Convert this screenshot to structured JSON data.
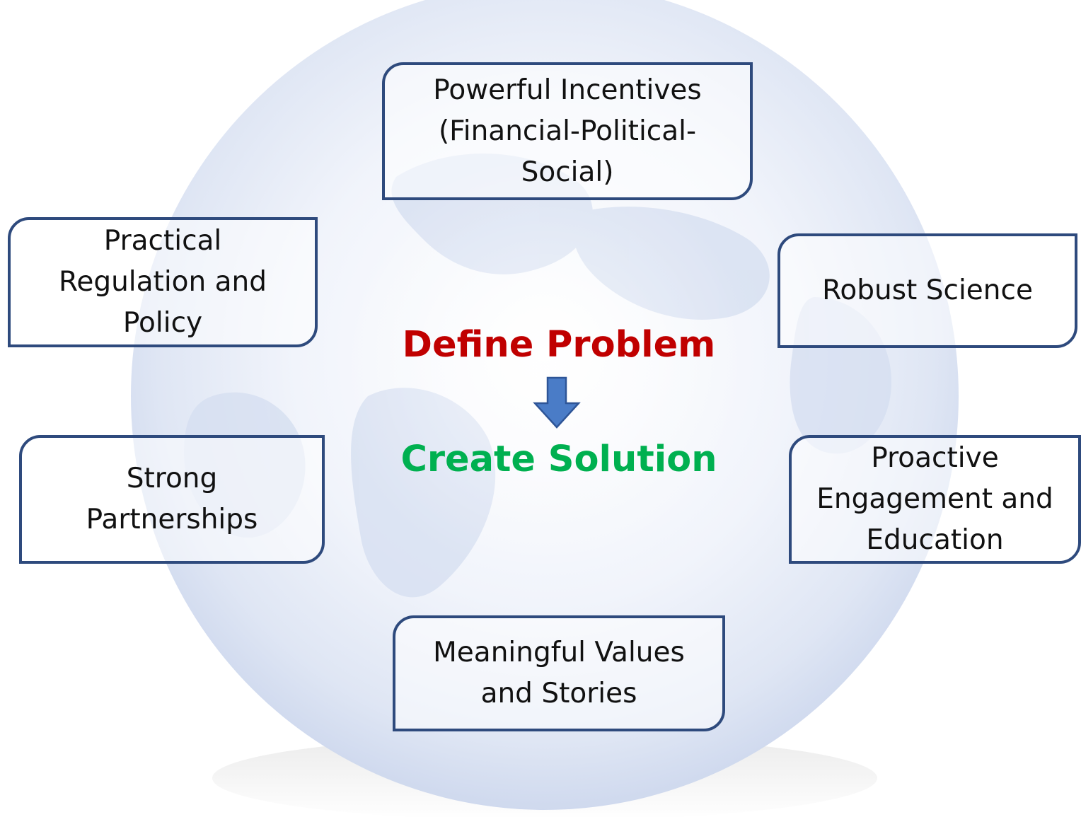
{
  "diagram": {
    "center": {
      "problem_label": "Define Problem",
      "solution_label": "Create Solution",
      "problem_color": "#c00000",
      "solution_color": "#00b050",
      "arrow_color": "#4a7cc7"
    },
    "boxes": {
      "top": {
        "label": "Powerful Incentives (Financial-Political-Social)"
      },
      "left_upper": {
        "label": "Practical Regulation and Policy"
      },
      "right_upper": {
        "label": "Robust Science"
      },
      "left_lower": {
        "label": "Strong Partnerships"
      },
      "right_lower": {
        "label": "Proactive Engagement and Education"
      },
      "bottom": {
        "label": "Meaningful Values and Stories"
      }
    },
    "box_border_color": "#2e4a7d"
  }
}
